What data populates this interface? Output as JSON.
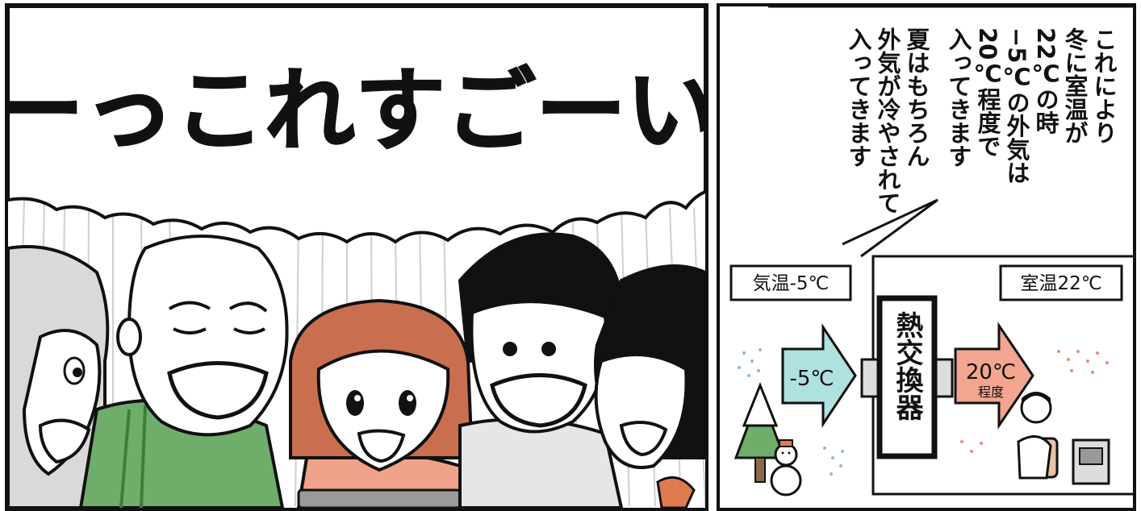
{
  "left_panel": {
    "shout_text": "えーっこれすごーい！"
  },
  "right_panel": {
    "narration_lines": [
      "これにより",
      "冬に室温が",
      "22℃の時",
      "−5℃の外気は",
      "20℃程度で",
      "入ってきます",
      "夏はもちろん",
      "外気が冷やされて",
      "入ってきます"
    ],
    "outdoor_label": "気温-5℃",
    "indoor_label": "室温22℃",
    "inflow_arrow_label": "-5℃",
    "exchanger_label": "熱交換器",
    "outflow_arrow_value": "20℃",
    "outflow_arrow_sub": "程度"
  },
  "colors": {
    "cold_arrow": "#aee1df",
    "warm_arrow": "#f2a58f",
    "hair_orange": "#c96f4f",
    "shirt_green": "#6fae6a",
    "shirt_salmon": "#f0a38a",
    "snow_dots": "#8fb8d8",
    "heat_dots": "#f08a7a"
  }
}
